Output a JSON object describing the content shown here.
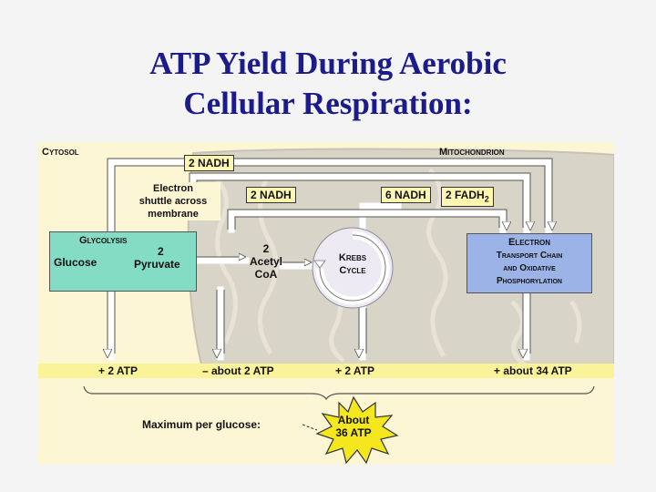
{
  "slide": {
    "title_line1": "ATP Yield During Aerobic",
    "title_line2": "Cellular Respiration:"
  },
  "diagram": {
    "cytosol_label": "Cytosol",
    "mitochondrion_label": "Mitochondrion",
    "top_nadh": "2 NADH",
    "shuttle_line1": "Electron",
    "shuttle_line2": "shuttle across",
    "shuttle_line3": "membrane",
    "mid_nadh": "2 NADH",
    "krebs_nadh": "6 NADH",
    "krebs_fadh2": "2 FADH",
    "fadh2_subscript": "2",
    "glycolysis": {
      "title": "Glycolysis",
      "glucose": "Glucose",
      "count": "2",
      "pyruvate": "Pyruvate"
    },
    "acetyl_coa": {
      "count": "2",
      "name": "Acetyl",
      "coa": "CoA"
    },
    "krebs": {
      "line1": "Krebs",
      "line2": "Cycle"
    },
    "etc": {
      "line1": "Electron",
      "line2": "Transport Chain",
      "line3": "and Oxidative",
      "line4": "Phosphorylation"
    },
    "atp_yields": [
      "+ 2 ATP",
      "– about 2 ATP",
      "+ 2 ATP",
      "+ about 34 ATP"
    ],
    "max_label": "Maximum per glucose:",
    "total_line1": "About",
    "total_line2": "36 ATP"
  },
  "colors": {
    "title": "#1b1b8a",
    "panel_background": "#fcf6d4",
    "glycolysis_fill": "#83dcc3",
    "etc_fill": "#9bb3e6",
    "nadh_box_fill": "#fff7b0",
    "atp_bar_fill": "#fbf39a",
    "starburst_fill": "#f5e71e"
  }
}
